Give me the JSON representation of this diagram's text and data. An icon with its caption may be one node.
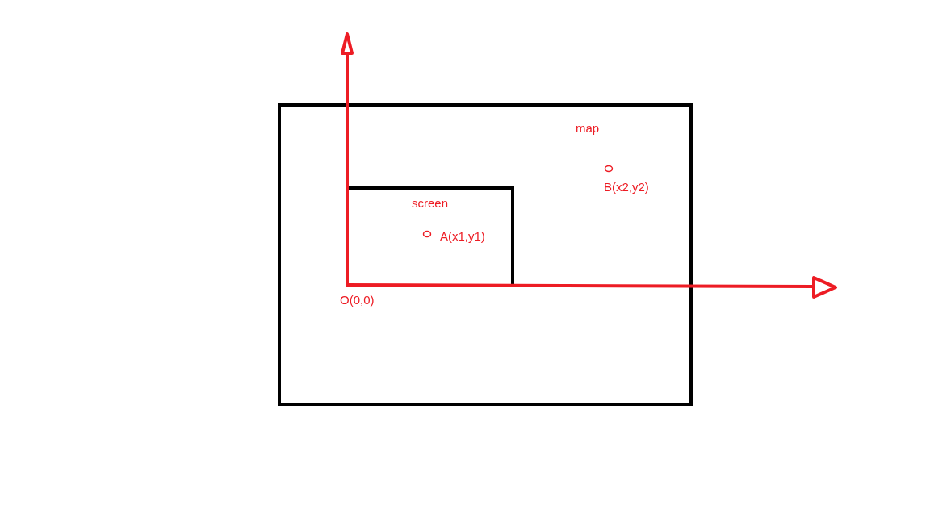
{
  "diagram": {
    "nodes": [
      {
        "text": [
          "map"
        ]
      },
      {
        "text": [
          "screen"
        ],
        "in": 0
      }
    ],
    "labels": [
      "B(x2,y2)",
      "A(x1,y1)",
      "O(0,0)"
    ]
  }
}
